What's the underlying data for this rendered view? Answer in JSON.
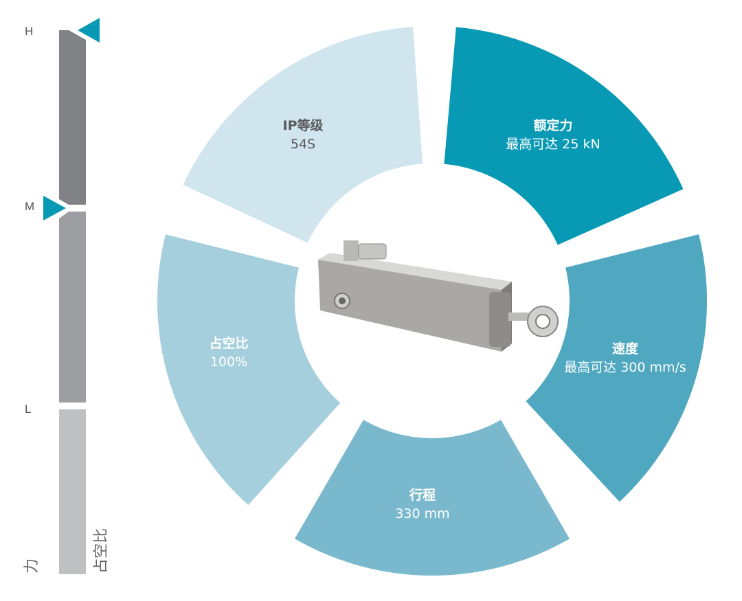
{
  "scale": {
    "levels": [
      "H",
      "M",
      "L"
    ],
    "force_label": "力",
    "duty_label": "占空比",
    "colors": {
      "high": "#808285",
      "mid": "#9d9ea2",
      "low": "#bfc0c2",
      "marker": "#0899b4"
    }
  },
  "segments": [
    {
      "title": "IP等级",
      "value": "54S",
      "color": "#d0e5ee"
    },
    {
      "title": "额定力",
      "value": "最高可达 25 kN",
      "color": "#0899b4"
    },
    {
      "title": "速度",
      "value": "最高可达 300 mm/s",
      "color": "#4fa8c0"
    },
    {
      "title": "行程",
      "value": "330 mm",
      "color": "#7ab9cd"
    },
    {
      "title": "占空比",
      "value": "100%",
      "color": "#a5cfdd"
    }
  ]
}
